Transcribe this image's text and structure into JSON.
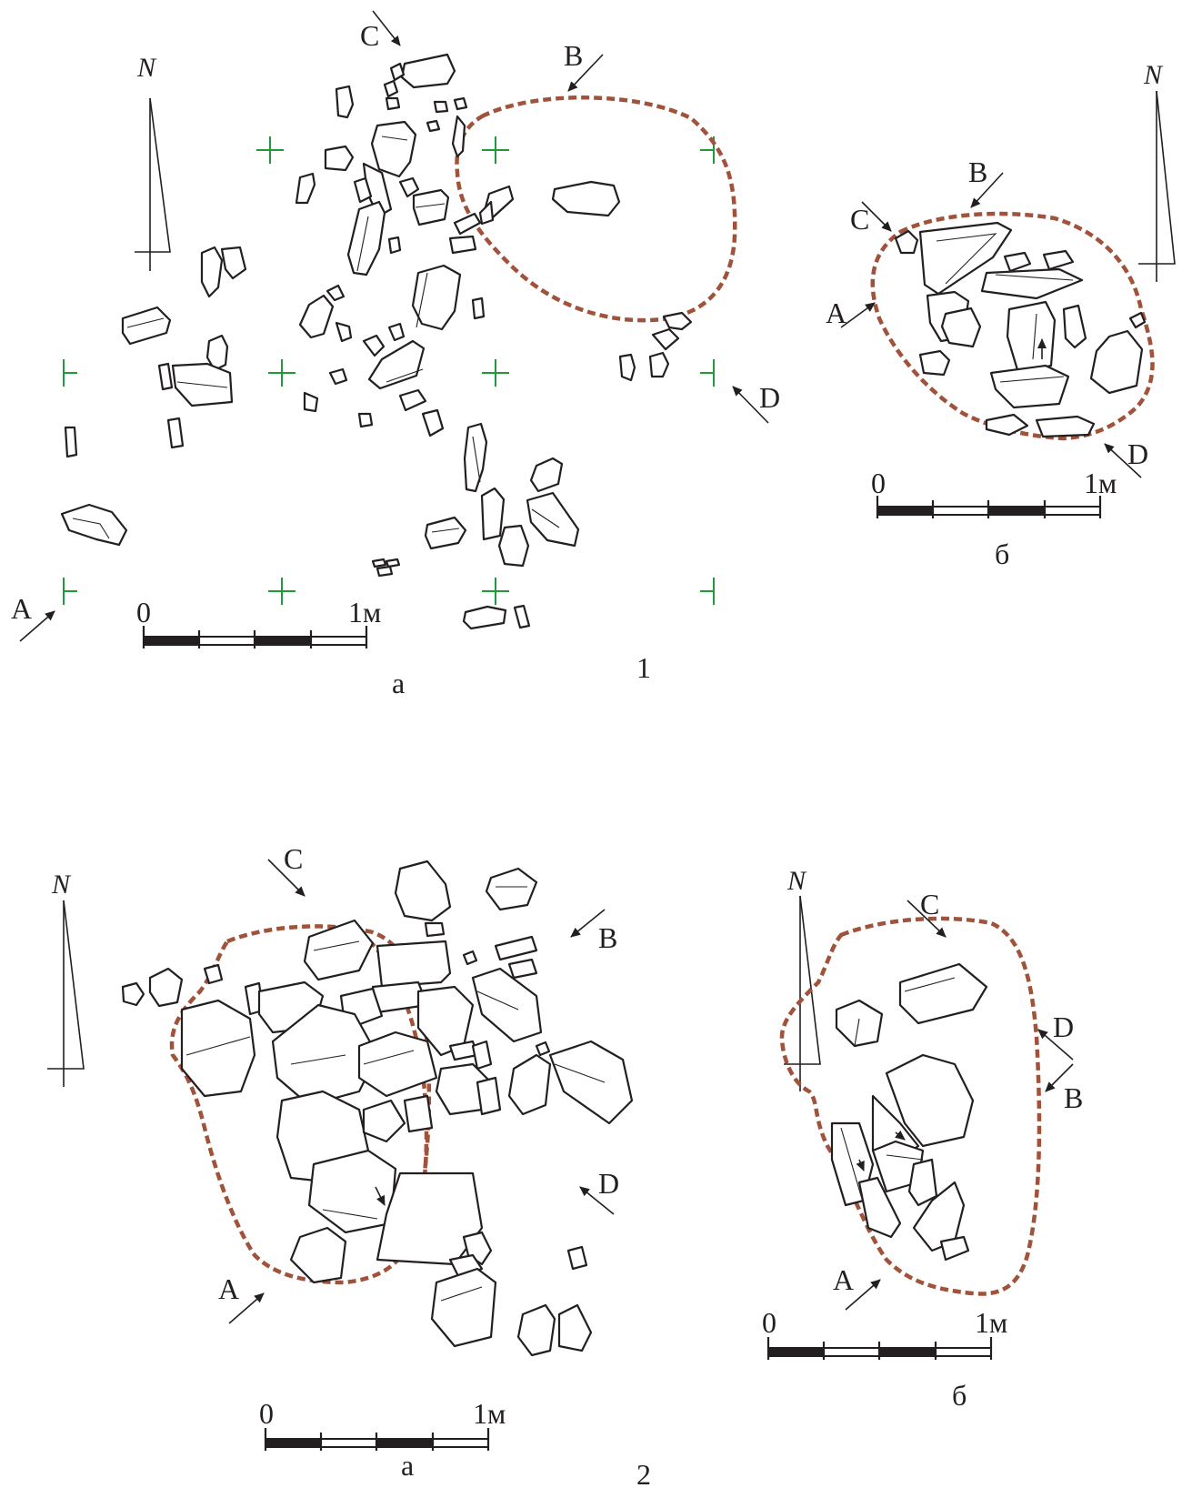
{
  "figure1": {
    "number": "1",
    "plan_a": {
      "caption": "а",
      "north": "N",
      "scale": {
        "start": "0",
        "end": "1м"
      },
      "section_labels": {
        "a": "A",
        "b": "B",
        "c": "C",
        "d": "D"
      }
    },
    "plan_b": {
      "caption": "б",
      "north": "N",
      "scale": {
        "start": "0",
        "end": "1м"
      },
      "section_labels": {
        "a": "A",
        "b": "B",
        "c": "C",
        "d": "D"
      }
    }
  },
  "figure2": {
    "number": "2",
    "plan_a": {
      "caption": "а",
      "north": "N",
      "scale": {
        "start": "0",
        "end": "1м"
      },
      "section_labels": {
        "a": "A",
        "b": "B",
        "c": "C",
        "d": "D"
      }
    },
    "plan_b": {
      "caption": "б",
      "north": "N",
      "scale": {
        "start": "0",
        "end": "1м"
      },
      "section_labels": {
        "a": "A",
        "b": "B",
        "c": "C",
        "d": "D"
      }
    }
  },
  "colors": {
    "pit_outline": "#a0523a",
    "grid_marks": "#1f9a3a",
    "ink": "#231f20"
  }
}
